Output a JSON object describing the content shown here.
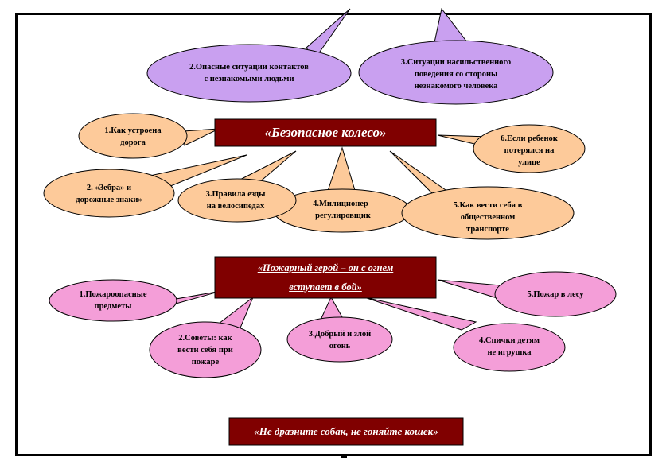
{
  "colors": {
    "lilac": "#c9a0f0",
    "peach": "#fdca9a",
    "pink": "#f49ed8",
    "dark_red": "#800000"
  },
  "wheel": {
    "title": "«Безопасное колесо»",
    "items": [
      "2.Опасные ситуации контактов\nс незнакомыми людьми",
      "3.Ситуации насильственного\nповедения  со стороны\nнезнакомого человека",
      "1.Как устроена\nдорога",
      "6.Если ребенок\nпотерялся на\nулице",
      "2. «Зебра»  и\nдорожные знаки»",
      "3.Правила езды\nна велосипедах",
      "4.Милиционер -\nрегулировщик",
      "5.Как вести себя в\nобщественном\nтранспорте"
    ]
  },
  "fire": {
    "title_line1": "«Пожарный герой – он с  огнем",
    "title_line2": "вступает в бой»",
    "items": [
      "1.Пожароопасные\nпредметы",
      "5.Пожар в лесу",
      "2.Советы: как\nвести себя при\nпожаре",
      "3.Добрый и злой\nогонь",
      "4.Спички детям\nне игрушка"
    ]
  },
  "dogs": {
    "title": "«Не дразните собак, не гоняйте кошек»"
  }
}
